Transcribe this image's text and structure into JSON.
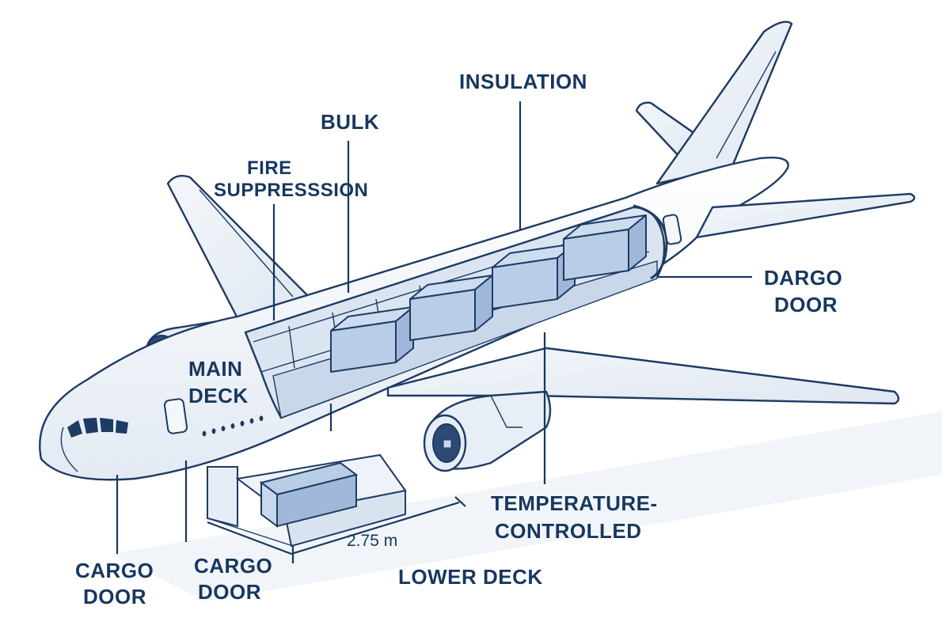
{
  "labels": {
    "insulation": "INSULATION",
    "bulk": "BULK",
    "fire_line1": "FIRE",
    "fire_line2": "SUPPRESSSION",
    "main_deck_line1": "MAIN",
    "main_deck_line2": "DECK",
    "dargo_door_line1": "DARGO",
    "dargo_door_line2": "DOOR",
    "temp_line1": "TEMPERATURE-",
    "temp_line2": "CONTROLLED",
    "cargo_door_left_line1": "CARGO",
    "cargo_door_left_line2": "DOOR",
    "cargo_door_mid_line1": "CARGO",
    "cargo_door_mid_line2": "DOOR",
    "lower_deck": "LOWER DECK",
    "dimension": "2.75 m"
  },
  "colors": {
    "ink": "#17375e",
    "fuselage": "#f3f6fb",
    "shade": "#dde6f1",
    "cargo": "#b9cde6",
    "cargo_dark": "#9fb8d9",
    "window": "#1d3b63"
  }
}
